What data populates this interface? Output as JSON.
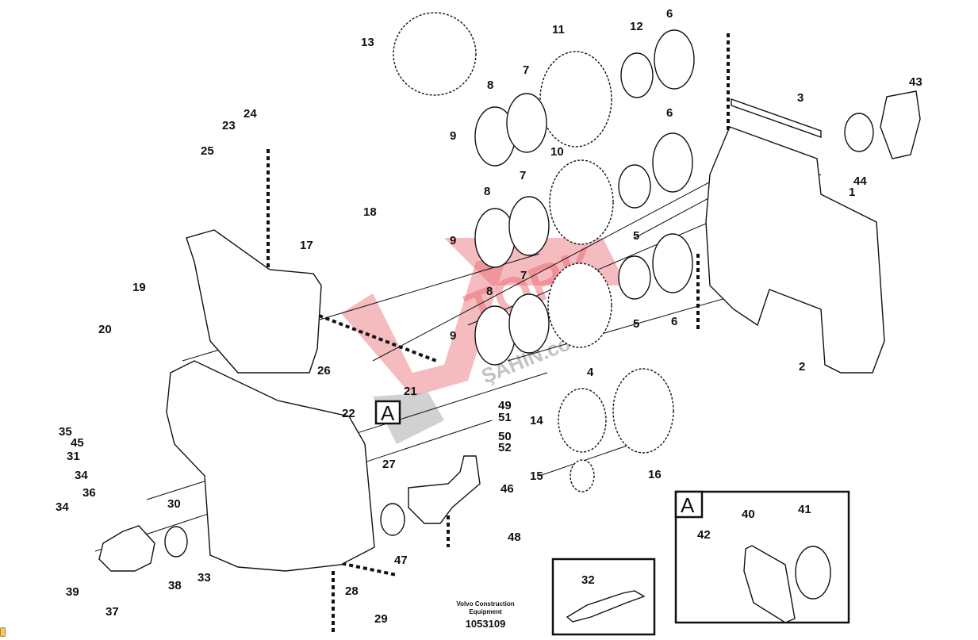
{
  "diagram": {
    "publisher": "Volvo Construction Equipment",
    "publisher_line1": "Volvo Construction",
    "publisher_line2": "Equipment",
    "drawing_number": "1053109",
    "detail_tag": "A",
    "watermark_text": "TORK",
    "watermark_sub": "ŞAHİN.com",
    "accent_color": "#e8606a"
  },
  "callouts": {
    "c1": "1",
    "c2": "2",
    "c3": "3",
    "c4": "4",
    "c5a": "5",
    "c5b": "5",
    "c6a": "6",
    "c6b": "6",
    "c6c": "6",
    "c7a": "7",
    "c7b": "7",
    "c7c": "7",
    "c8a": "8",
    "c8b": "8",
    "c8c": "8",
    "c9a": "9",
    "c9b": "9",
    "c9c": "9",
    "c10": "10",
    "c11": "11",
    "c12": "12",
    "c13": "13",
    "c14": "14",
    "c15": "15",
    "c16": "16",
    "c17": "17",
    "c18": "18",
    "c19": "19",
    "c20": "20",
    "c21": "21",
    "c22": "22",
    "c23": "23",
    "c24": "24",
    "c25": "25",
    "c26": "26",
    "c27": "27",
    "c28": "28",
    "c29": "29",
    "c30": "30",
    "c31": "31",
    "c32": "32",
    "c33": "33",
    "c34a": "34",
    "c34b": "34",
    "c35": "35",
    "c36": "36",
    "c37": "37",
    "c38": "38",
    "c39": "39",
    "c40": "40",
    "c41": "41",
    "c42": "42",
    "c43": "43",
    "c44": "44",
    "c45": "45",
    "c46": "46",
    "c47": "47",
    "c48": "48",
    "c49": "49",
    "c50": "50",
    "c51": "51",
    "c52": "52"
  }
}
